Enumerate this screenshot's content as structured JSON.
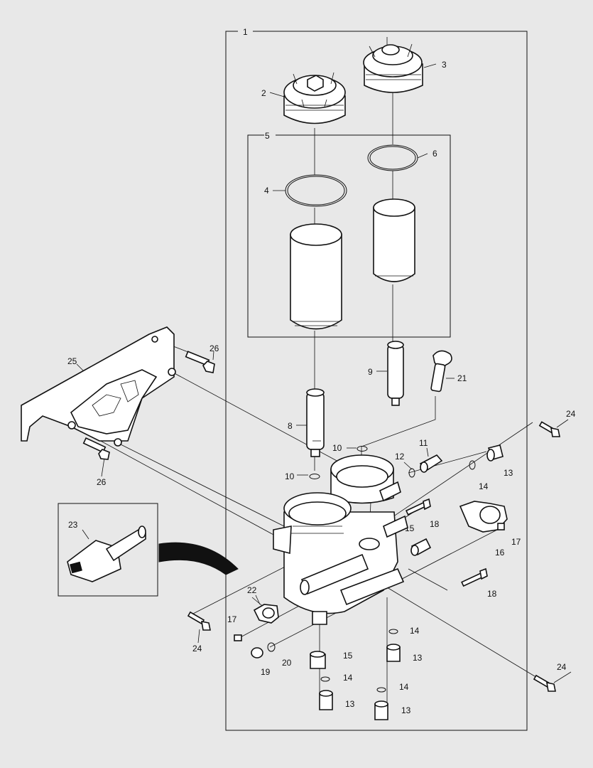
{
  "diagram": {
    "background_color": "#e8e8e8",
    "line_color": "#111111",
    "part_fill": "#ffffff",
    "callouts": {
      "c1": "1",
      "c2": "2",
      "c3": "3",
      "c4": "4",
      "c5": "5",
      "c6": "6",
      "c8": "8",
      "c9": "9",
      "c10a": "10",
      "c10b": "10",
      "c11": "11",
      "c12": "12",
      "c13a": "13",
      "c13b": "13",
      "c13c": "13",
      "c13d": "13",
      "c14a": "14",
      "c14b": "14",
      "c14c": "14",
      "c14d": "14",
      "c15a": "15",
      "c15b": "15",
      "c16": "16",
      "c17a": "17",
      "c17b": "17",
      "c18a": "18",
      "c18b": "18",
      "c19": "19",
      "c20": "20",
      "c21": "21",
      "c22": "22",
      "c23": "23",
      "c24a": "24",
      "c24b": "24",
      "c24c": "24",
      "c25": "25",
      "c26a": "26",
      "c26b": "26"
    }
  }
}
